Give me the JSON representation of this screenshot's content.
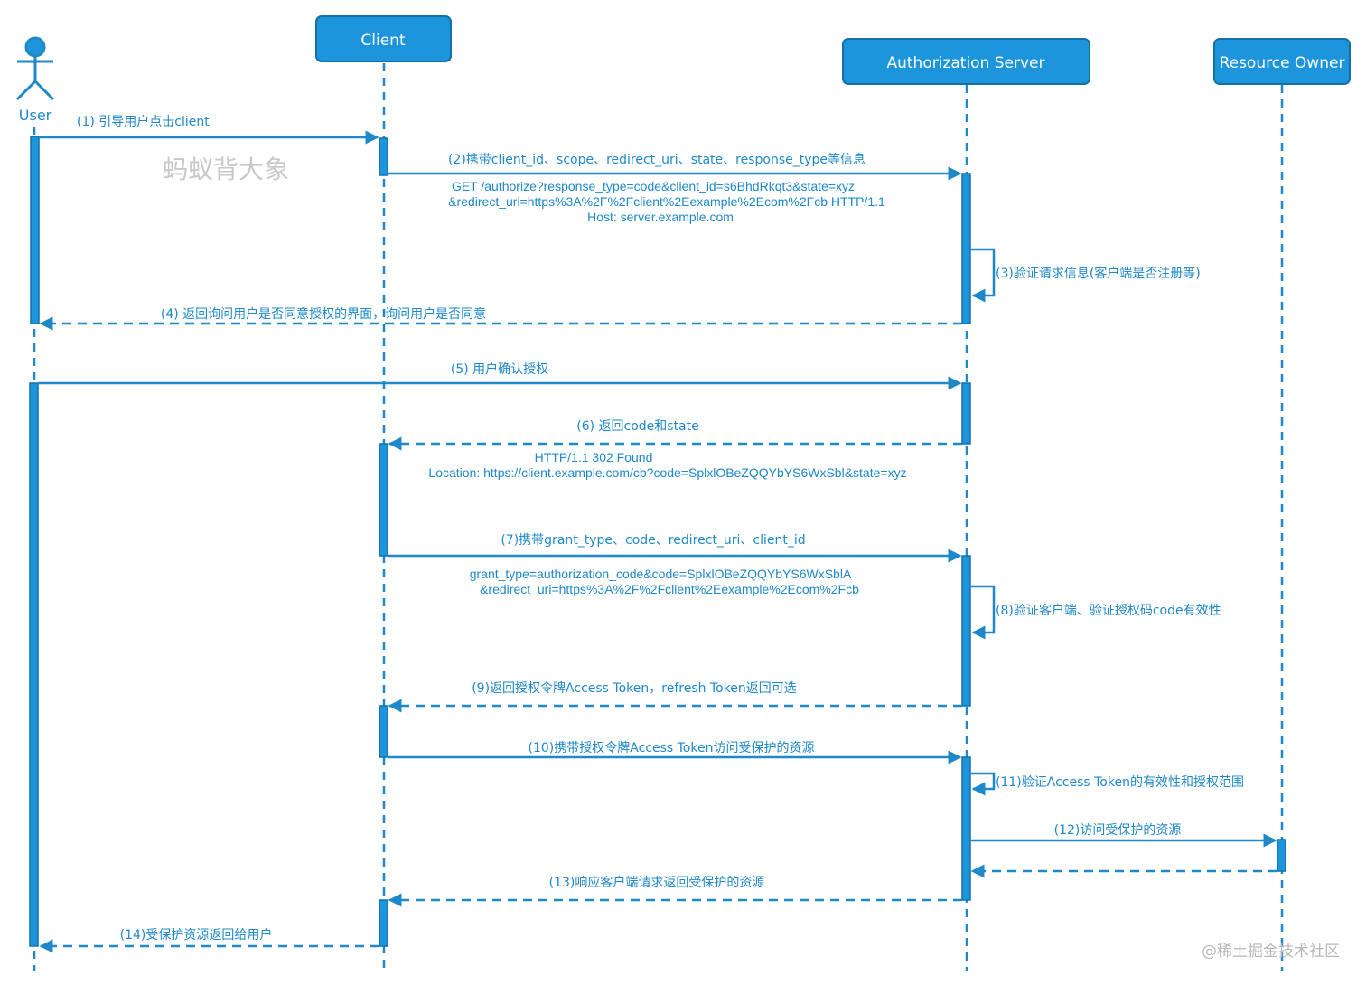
{
  "colors": {
    "primary": "#1e88c9",
    "box_fill": "#1c95dd",
    "box_stroke": "#1570a8",
    "watermark": "#c8c8c8"
  },
  "participants": {
    "user": "User",
    "client": "Client",
    "auth_server": "Authorization  Server",
    "resource_owner": "Resource Owner"
  },
  "watermark": "蚂蚁背大象",
  "footer": "@稀土掘金技术社区",
  "messages": {
    "m1": "(1)  引导用户点击client",
    "m2": "(2)携带client_id、scope、redirect_uri、state、response_type等信息",
    "m2_detail": [
      "GET /authorize?response_type=code&client_id=s6BhdRkqt3&state=xyz",
      "&redirect_uri=https%3A%2F%2Fclient%2Eexample%2Ecom%2Fcb HTTP/1.1",
      "Host: server.example.com"
    ],
    "m3": "(3)验证请求信息(客户端是否注册等)",
    "m4": "(4)  返回询问用户是否同意授权的界面，询问用户是否同意",
    "m5": "(5)  用户确认授权",
    "m6": "(6)  返回code和state",
    "m6_detail": [
      "HTTP/1.1 302 Found",
      "Location: https://client.example.com/cb?code=SplxlOBeZQQYbYS6WxSbl&state=xyz"
    ],
    "m7": "(7)携带grant_type、code、redirect_uri、client_id",
    "m7_detail": [
      "grant_type=authorization_code&code=SplxlOBeZQQYbYS6WxSblA",
      "&redirect_uri=https%3A%2F%2Fclient%2Eexample%2Ecom%2Fcb"
    ],
    "m8": "(8)验证客户端、验证授权码code有效性",
    "m9": "(9)返回授权令牌Access Token，refresh Token返回可选",
    "m10": "(10)携带授权令牌Access Token访问受保护的资源",
    "m11": "(11)验证Access Token的有效性和授权范围",
    "m12": "(12)访问受保护的资源",
    "m13": "(13)响应客户端请求返回受保护的资源",
    "m14": "(14)受保护资源返回给用户"
  }
}
